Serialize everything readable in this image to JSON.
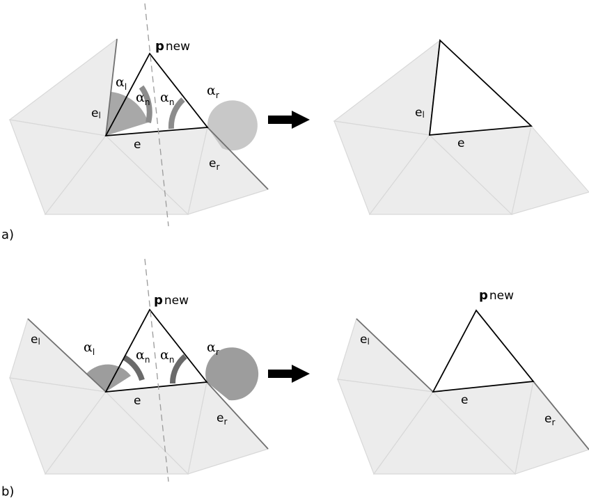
{
  "figure": {
    "panel_a": {
      "label": "a)",
      "before": {
        "p_new_bold": "p",
        "p_new_sub": "new",
        "alpha": "α",
        "alpha_l_sub": "l",
        "alpha_r_sub": "r",
        "alpha_n_sub": "n",
        "e_l": "e",
        "e_l_sub": "l",
        "e": "e",
        "e_r": "e",
        "e_r_sub": "r"
      },
      "after": {
        "e_l": "e",
        "e_l_sub": "l",
        "e": "e"
      }
    },
    "panel_b": {
      "label": "b)",
      "before": {
        "p_new_bold": "p",
        "p_new_sub": "new",
        "alpha": "α",
        "alpha_l_sub": "l",
        "alpha_r_sub": "r",
        "alpha_n_sub": "n",
        "e_l": "e",
        "e_l_sub": "l",
        "e": "e",
        "e_r": "e",
        "e_r_sub": "r"
      },
      "after": {
        "p_new_bold": "p",
        "p_new_sub": "new",
        "e_l": "e",
        "e_l_sub": "l",
        "e": "e",
        "e_r": "e",
        "e_r_sub": "r"
      }
    },
    "colors": {
      "mesh_fill": "#ececec",
      "mesh_stroke": "#d8d8d8",
      "angle_dark": "#8c8c8c",
      "angle_mid": "#a8a8a8",
      "angle_light": "#c8c8c8",
      "front_edge": "#707070",
      "arrow": "#000000"
    }
  }
}
